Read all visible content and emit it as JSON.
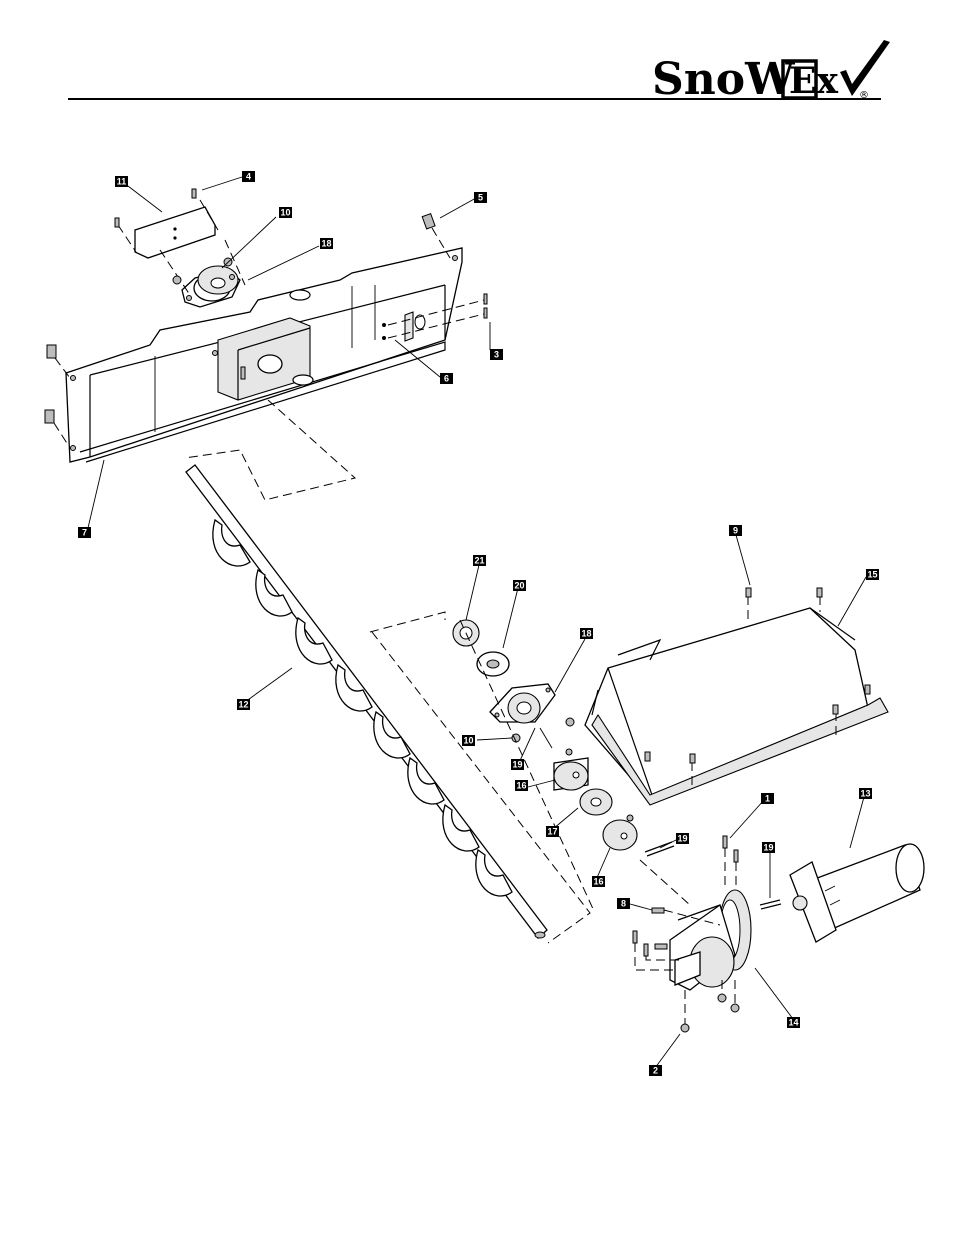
{
  "header": {
    "logo_text_snow": "SnoW",
    "logo_text_ex": "Ex",
    "logo_mark": "®"
  },
  "callouts": [
    "1",
    "2",
    "3",
    "4",
    "5",
    "6",
    "7",
    "8",
    "9",
    "10",
    "10",
    "11",
    "12",
    "13",
    "14",
    "15",
    "16",
    "16",
    "17",
    "18",
    "18",
    "19",
    "19",
    "19",
    "20",
    "21"
  ]
}
